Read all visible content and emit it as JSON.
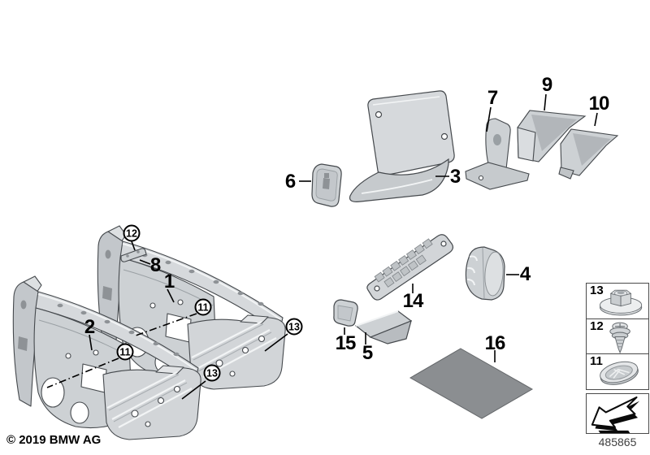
{
  "footer": {
    "copyright": "© 2019 BMW AG",
    "diagram_number": "485865"
  },
  "callouts": {
    "c1": "1",
    "c2": "2",
    "c3": "3",
    "c4": "4",
    "c5": "5",
    "c6": "6",
    "c7": "7",
    "c8": "8",
    "c9": "9",
    "c10": "10",
    "c11": "11",
    "c12": "12",
    "c13": "13",
    "c14": "14",
    "c15": "15",
    "c16": "16"
  },
  "legend": {
    "items": [
      {
        "label": "13",
        "icon": "flange-nut-icon"
      },
      {
        "label": "12",
        "icon": "expansion-rivet-icon"
      },
      {
        "label": "11",
        "icon": "clip-grommet-icon"
      },
      {
        "label": "",
        "icon": "direction-arrow-icon"
      }
    ]
  },
  "colors": {
    "part_fill": "#cdd1d4",
    "part_light": "#dde0e2",
    "part_dark": "#b4b8bc",
    "part_outline": "#45494d",
    "sheet_fill": "#8b8e91",
    "callout_text": "#000000",
    "legend_border": "#4a4a4a",
    "diagram_number_text": "#3f3f3f"
  }
}
